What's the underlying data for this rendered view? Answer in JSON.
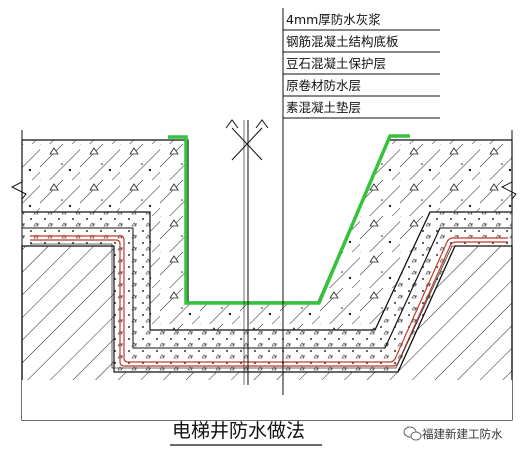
{
  "layer_labels": [
    "4mm厚防水灰浆",
    "钢筋混凝土结构底板",
    "豆石混凝土保护层",
    "原卷材防水层",
    "素混凝土垫层"
  ],
  "caption": "电梯井防水做法",
  "watermark": "福建新建工防水",
  "colors": {
    "mortar_line": "#34c33a",
    "membrane": "#c0392b",
    "line": "#111111"
  }
}
